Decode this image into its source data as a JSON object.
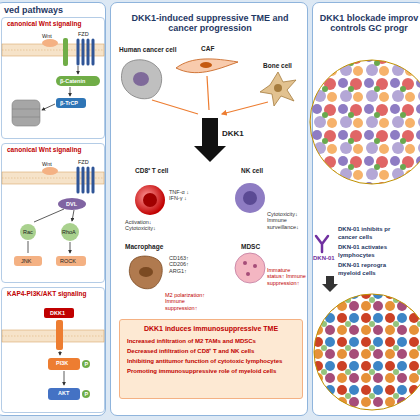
{
  "diagram": {
    "nodes": [
      {
        "text": [
          "ved pathways"
        ]
      },
      {
        "text": [
          "canonical Wnt signaling"
        ],
        "in": 0
      },
      {
        "text": [
          "canonical Wnt signaling"
        ],
        "in": 0
      },
      {
        "text": [
          "KAP4-PI3K/AKT signaling"
        ],
        "in": 0
      },
      {
        "text": [
          "DKK1-induced suppressive TME and cancer progression"
        ]
      },
      {
        "text": [
          "Human cancer cell"
        ],
        "in": 4
      },
      {
        "text": [
          "CAF"
        ],
        "in": 4
      },
      {
        "text": [
          "Bone cell"
        ],
        "in": 4
      },
      {
        "text": [
          "CD8⁺ T cell",
          "TNF-α ↓ IFN-γ ↓",
          "Activation↓ Cytotoxicity↓"
        ],
        "in": 4
      },
      {
        "text": [
          "NK cell",
          "Cytotoxicity↓ Immune surveillance↓"
        ],
        "in": 4
      },
      {
        "text": [
          "Macrophage",
          "CD163↑ CD206↑ ARG1↑",
          "M2 polarization↑ Immune suppression↑"
        ],
        "in": 4
      },
      {
        "text": [
          "MDSC",
          "Immature status↑ Immune suppression↑"
        ],
        "in": 4
      },
      {
        "text": [
          "DKK1 induces immunosuppressive TME",
          "Increased infiltration of M2 TAMs and MDSCs",
          "Decreased infiltration of CD8⁺ T and NK cells",
          "Inhibiting antitumor function of cytotoxic lymphocytes",
          "Promoting immunosuppressive role of myeloid cells"
        ],
        "in": 4
      },
      {
        "text": [
          "DKK1 blockade improv controls GC progr"
        ]
      }
    ],
    "labels": [
      "Wnt",
      "FZD",
      "β-Catenin",
      "β-TrCP",
      "Wnt",
      "FZD",
      "DVL",
      "Rac",
      "RhoA",
      "JNK",
      "ROCK",
      "DKK1",
      "PI3K",
      "AKT",
      "P",
      "P",
      "DKK1",
      "DKN-01",
      "DKN-01 inhibits pr",
      "cancer cells",
      "DKN-01 activates",
      "lymphocytes",
      "DKN-01 reprogra",
      "myeloid cells"
    ]
  }
}
